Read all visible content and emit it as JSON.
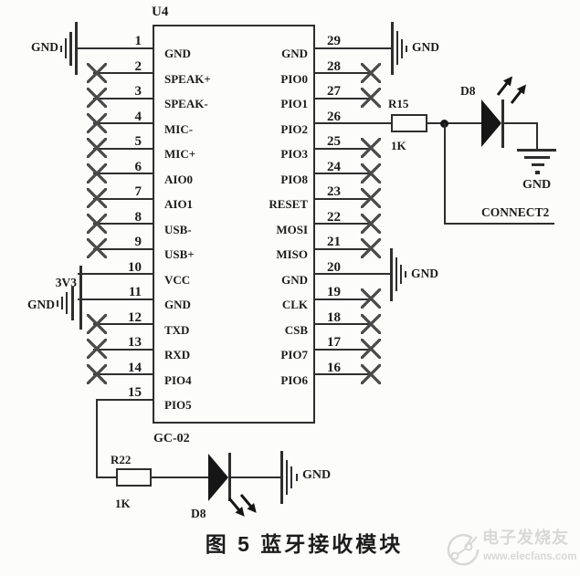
{
  "ic": {
    "designator": "U4",
    "part_label": "GC-02"
  },
  "left_pins": [
    {
      "num": "1",
      "label": "GND",
      "nc": false
    },
    {
      "num": "2",
      "label": "SPEAK+",
      "nc": true
    },
    {
      "num": "3",
      "label": "SPEAK-",
      "nc": true
    },
    {
      "num": "4",
      "label": "MIC-",
      "nc": true
    },
    {
      "num": "5",
      "label": "MIC+",
      "nc": true
    },
    {
      "num": "6",
      "label": "AIO0",
      "nc": true
    },
    {
      "num": "7",
      "label": "AIO1",
      "nc": true
    },
    {
      "num": "8",
      "label": "USB-",
      "nc": true
    },
    {
      "num": "9",
      "label": "USB+",
      "nc": true
    },
    {
      "num": "10",
      "label": "VCC",
      "nc": false
    },
    {
      "num": "11",
      "label": "GND",
      "nc": false
    },
    {
      "num": "12",
      "label": "TXD",
      "nc": true
    },
    {
      "num": "13",
      "label": "RXD",
      "nc": true
    },
    {
      "num": "14",
      "label": "PIO4",
      "nc": true
    },
    {
      "num": "15",
      "label": "PIO5",
      "nc": false
    }
  ],
  "right_pins": [
    {
      "num": "29",
      "label": "GND",
      "nc": false
    },
    {
      "num": "28",
      "label": "PIO0",
      "nc": true
    },
    {
      "num": "27",
      "label": "PIO1",
      "nc": true
    },
    {
      "num": "26",
      "label": "PIO2",
      "nc": false
    },
    {
      "num": "25",
      "label": "PIO3",
      "nc": true
    },
    {
      "num": "24",
      "label": "PIO8",
      "nc": true
    },
    {
      "num": "23",
      "label": "RESET",
      "nc": true
    },
    {
      "num": "22",
      "label": "MOSI",
      "nc": true
    },
    {
      "num": "21",
      "label": "MISO",
      "nc": true
    },
    {
      "num": "20",
      "label": "GND",
      "nc": false
    },
    {
      "num": "19",
      "label": "CLK",
      "nc": true
    },
    {
      "num": "18",
      "label": "CSB",
      "nc": true
    },
    {
      "num": "17",
      "label": "PIO7",
      "nc": true
    },
    {
      "num": "16",
      "label": "PIO6",
      "nc": true
    }
  ],
  "power_rail": {
    "v33": "3V3",
    "gnd": "GND"
  },
  "grounds": {
    "pin1": "GND",
    "pin29": "GND",
    "pin20": "GND",
    "led_top": "GND",
    "led_bottom": "GND"
  },
  "top_circuit": {
    "resistor_ref": "R15",
    "resistor_value": "1K",
    "led_ref": "D8",
    "connector_label": "CONNECT2"
  },
  "bottom_circuit": {
    "resistor_ref": "R22",
    "resistor_value": "1K",
    "led_ref": "D8"
  },
  "caption": "图 5  蓝牙接收模块",
  "watermark": {
    "title": "电子发烧友",
    "url": "www.elecfans.com"
  },
  "colors": {
    "line": "#2e2e2e",
    "text": "#1c1c1c",
    "watermark": "#d8d8d8"
  }
}
